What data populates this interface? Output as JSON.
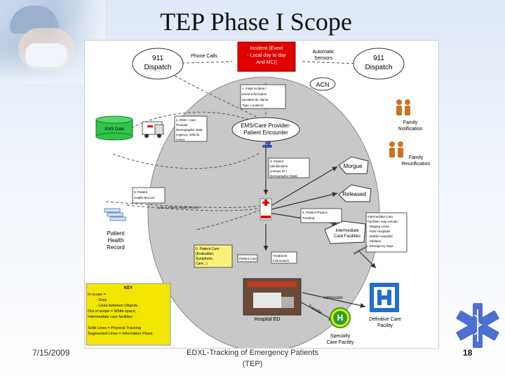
{
  "slide": {
    "title": "TEP Phase I Scope",
    "date": "7/15/2009",
    "footer_line1": "EDXL-Tracking of Emergency Patients",
    "footer_line2": "(TEP)",
    "page": "18"
  },
  "diagram": {
    "dispatch_left": [
      "911",
      "Dispatch"
    ],
    "dispatch_right": [
      "911",
      "Dispatch"
    ],
    "phone_calls": "Phone Calls",
    "auto_sensors": [
      "Automatic",
      "Sensors"
    ],
    "incident_box": [
      "Incident (Event",
      "- Local day to day",
      "And MCI)"
    ],
    "acn": "ACN",
    "step1": [
      "1. Initial Incident /",
      "Event Information",
      "(Incident ID, Name,",
      "Type, Location)"
    ],
    "step2": [
      "2. EMS / Care",
      "Provider",
      "Demographic Data",
      "(Agency, Vehicle,",
      "Crew)"
    ],
    "ems_data": "EMS Data",
    "encounter": [
      "EMS/Care Provider-",
      "Patient Encounter"
    ],
    "step3": [
      "3. Patient",
      "Identification",
      "(Unique ID /",
      "Demographic Data)"
    ],
    "morgue": "Morgue",
    "released": "Released",
    "family_notification": [
      "Family",
      "Notification"
    ],
    "family_reunification": [
      "Family",
      "Reunification"
    ],
    "step5": [
      "5. Patient",
      "Health Record"
    ],
    "link_phr": "Link to Patient Health Record",
    "phr": [
      "Patient",
      "Health",
      "Record"
    ],
    "step4": [
      "4. Patient Physics",
      "Tracking"
    ],
    "intermediate": [
      "Intermediate",
      "Care Facilities"
    ],
    "icf_note": [
      "Intermediate Care",
      "Facilities may include:",
      "- Staging Areas",
      "- Field Hospitals",
      "- Mobile Hospitals",
      "- Shelters",
      "- Emergency Dept."
    ],
    "step6": [
      "6. Patient Care",
      "(Evaluation,",
      "Symptoms,",
      "Care...)"
    ],
    "patient_care": "Patient Care",
    "treatment": [
      "Treatment",
      "Instructions"
    ],
    "admission_diag": "Admission",
    "admission": "Admission",
    "transfer": "Transfer",
    "hospital_ed": "Hospital ED",
    "definitive": [
      "Definitive Care",
      "Facility"
    ],
    "specialty": [
      "Specialty",
      "Care Facility"
    ],
    "key_title": "KEY",
    "key_lines": [
      "In-scope =",
      "- Grey",
      "- Lines between Objects",
      "Out of scope = White space,",
      "Intermediate care facilities",
      "",
      "Solid Lines = Physical Tracking",
      "Segmented Lines = Information Flows"
    ]
  },
  "colors": {
    "incident_red": "#e00000",
    "scope_grey": "#c8c8c8",
    "key_yellow": "#f2e600",
    "ems_green": "#2fc44a",
    "hospital_blue": "#1f6fcf",
    "specialty_green": "#2aa032"
  }
}
